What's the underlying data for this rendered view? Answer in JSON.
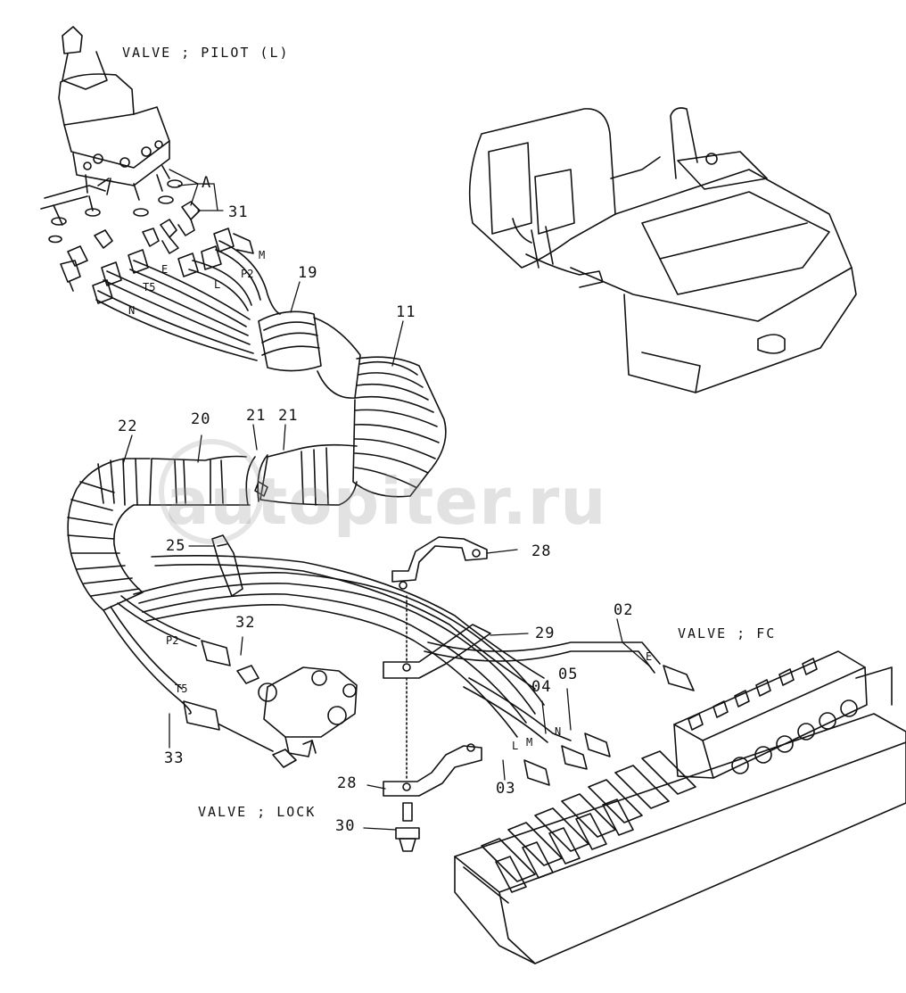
{
  "titles": {
    "pilot_valve": "VALVE ; PILOT (L)",
    "fc_valve": "VALVE ; FC",
    "lock_valve": "VALVE ; LOCK"
  },
  "callouts": {
    "A": "A",
    "n31": "31",
    "n19": "19",
    "n11": "11",
    "n22": "22",
    "n20": "20",
    "n21a": "21",
    "n21b": "21",
    "n25": "25",
    "n32": "32",
    "n33": "33",
    "n28a": "28",
    "n28b": "28",
    "n29": "29",
    "n30": "30",
    "n02": "02",
    "n04": "04",
    "n05": "05",
    "n03": "03"
  },
  "hose_letters": {
    "M": "M",
    "E": "E",
    "P2": "P2",
    "L": "L",
    "T5": "T5",
    "N": "N",
    "P2_lock": "P2",
    "T5_lock": "T5",
    "E_fc": "E",
    "N_fc": "N",
    "M_fc": "M",
    "L_fc": "L"
  },
  "watermark": "autopiter.ru",
  "colors": {
    "line": "#111111",
    "watermark": "#a0a0a0",
    "background": "#ffffff"
  }
}
